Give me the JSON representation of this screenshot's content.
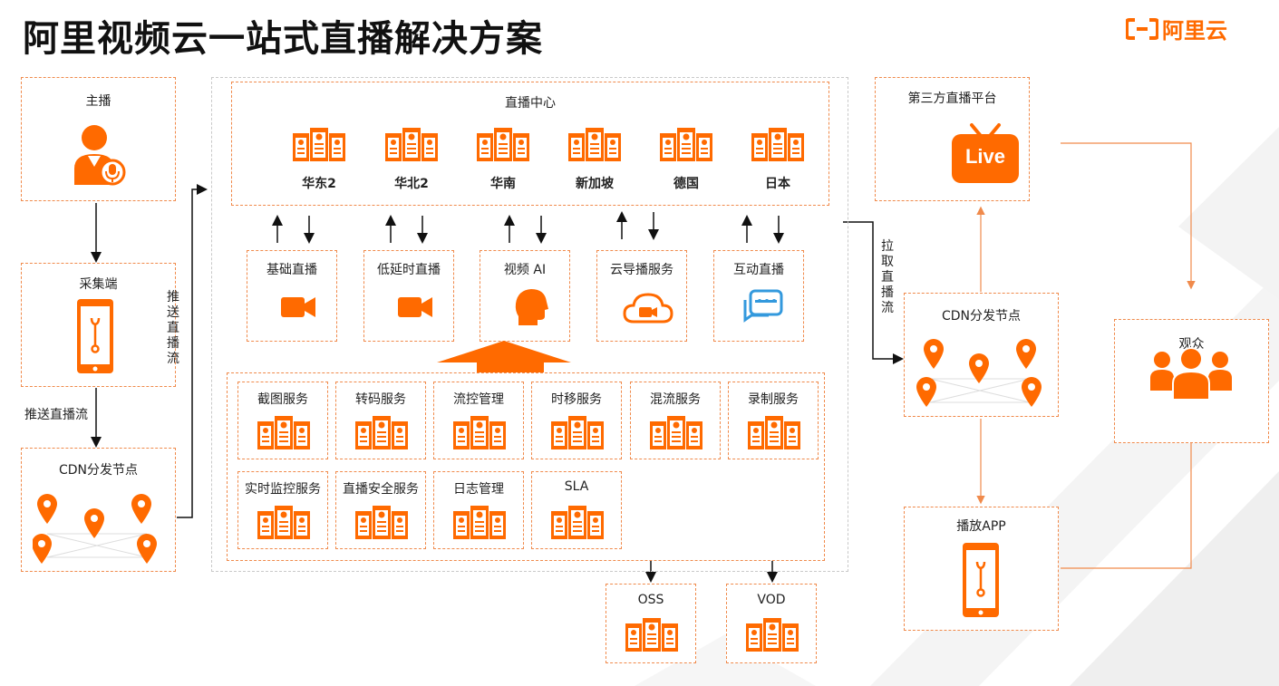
{
  "title": "阿里视频云一站式直播解决方案",
  "logo": {
    "text": "阿里云",
    "brand_color": "#ff6a00"
  },
  "icon_names": [
    "person-mic-icon",
    "phone-icon",
    "map-pin-icon",
    "server-icon",
    "video-camera-icon",
    "head-ai-icon",
    "cloud-camera-icon",
    "chat-icon",
    "live-tv-icon",
    "audience-icon",
    "big-up-arrow-icon"
  ],
  "left": {
    "streamer": "主播",
    "capture": "采集端",
    "push_label_h": "推送直播流",
    "push_label_v": "推送直播流",
    "cdn": "CDN分发节点"
  },
  "center": {
    "live_center": "直播中心",
    "regions": [
      "华东2",
      "华北2",
      "华南",
      "新加坡",
      "德国",
      "日本"
    ],
    "services": [
      "基础直播",
      "低延时直播",
      "视频 AI",
      "云导播服务",
      "互动直播"
    ],
    "grid_row1": [
      "截图服务",
      "转码服务",
      "流控管理",
      "时移服务",
      "混流服务",
      "录制服务"
    ],
    "grid_row2": [
      "实时监控服务",
      "直播安全服务",
      "日志管理",
      "SLA"
    ],
    "storage": [
      "OSS",
      "VOD"
    ]
  },
  "right": {
    "third_party": "第三方直播平台",
    "live_badge": "Live",
    "pull_label": "拉取直播流",
    "cdn": "CDN分发节点",
    "play_app": "播放APP",
    "audience": "观众"
  }
}
